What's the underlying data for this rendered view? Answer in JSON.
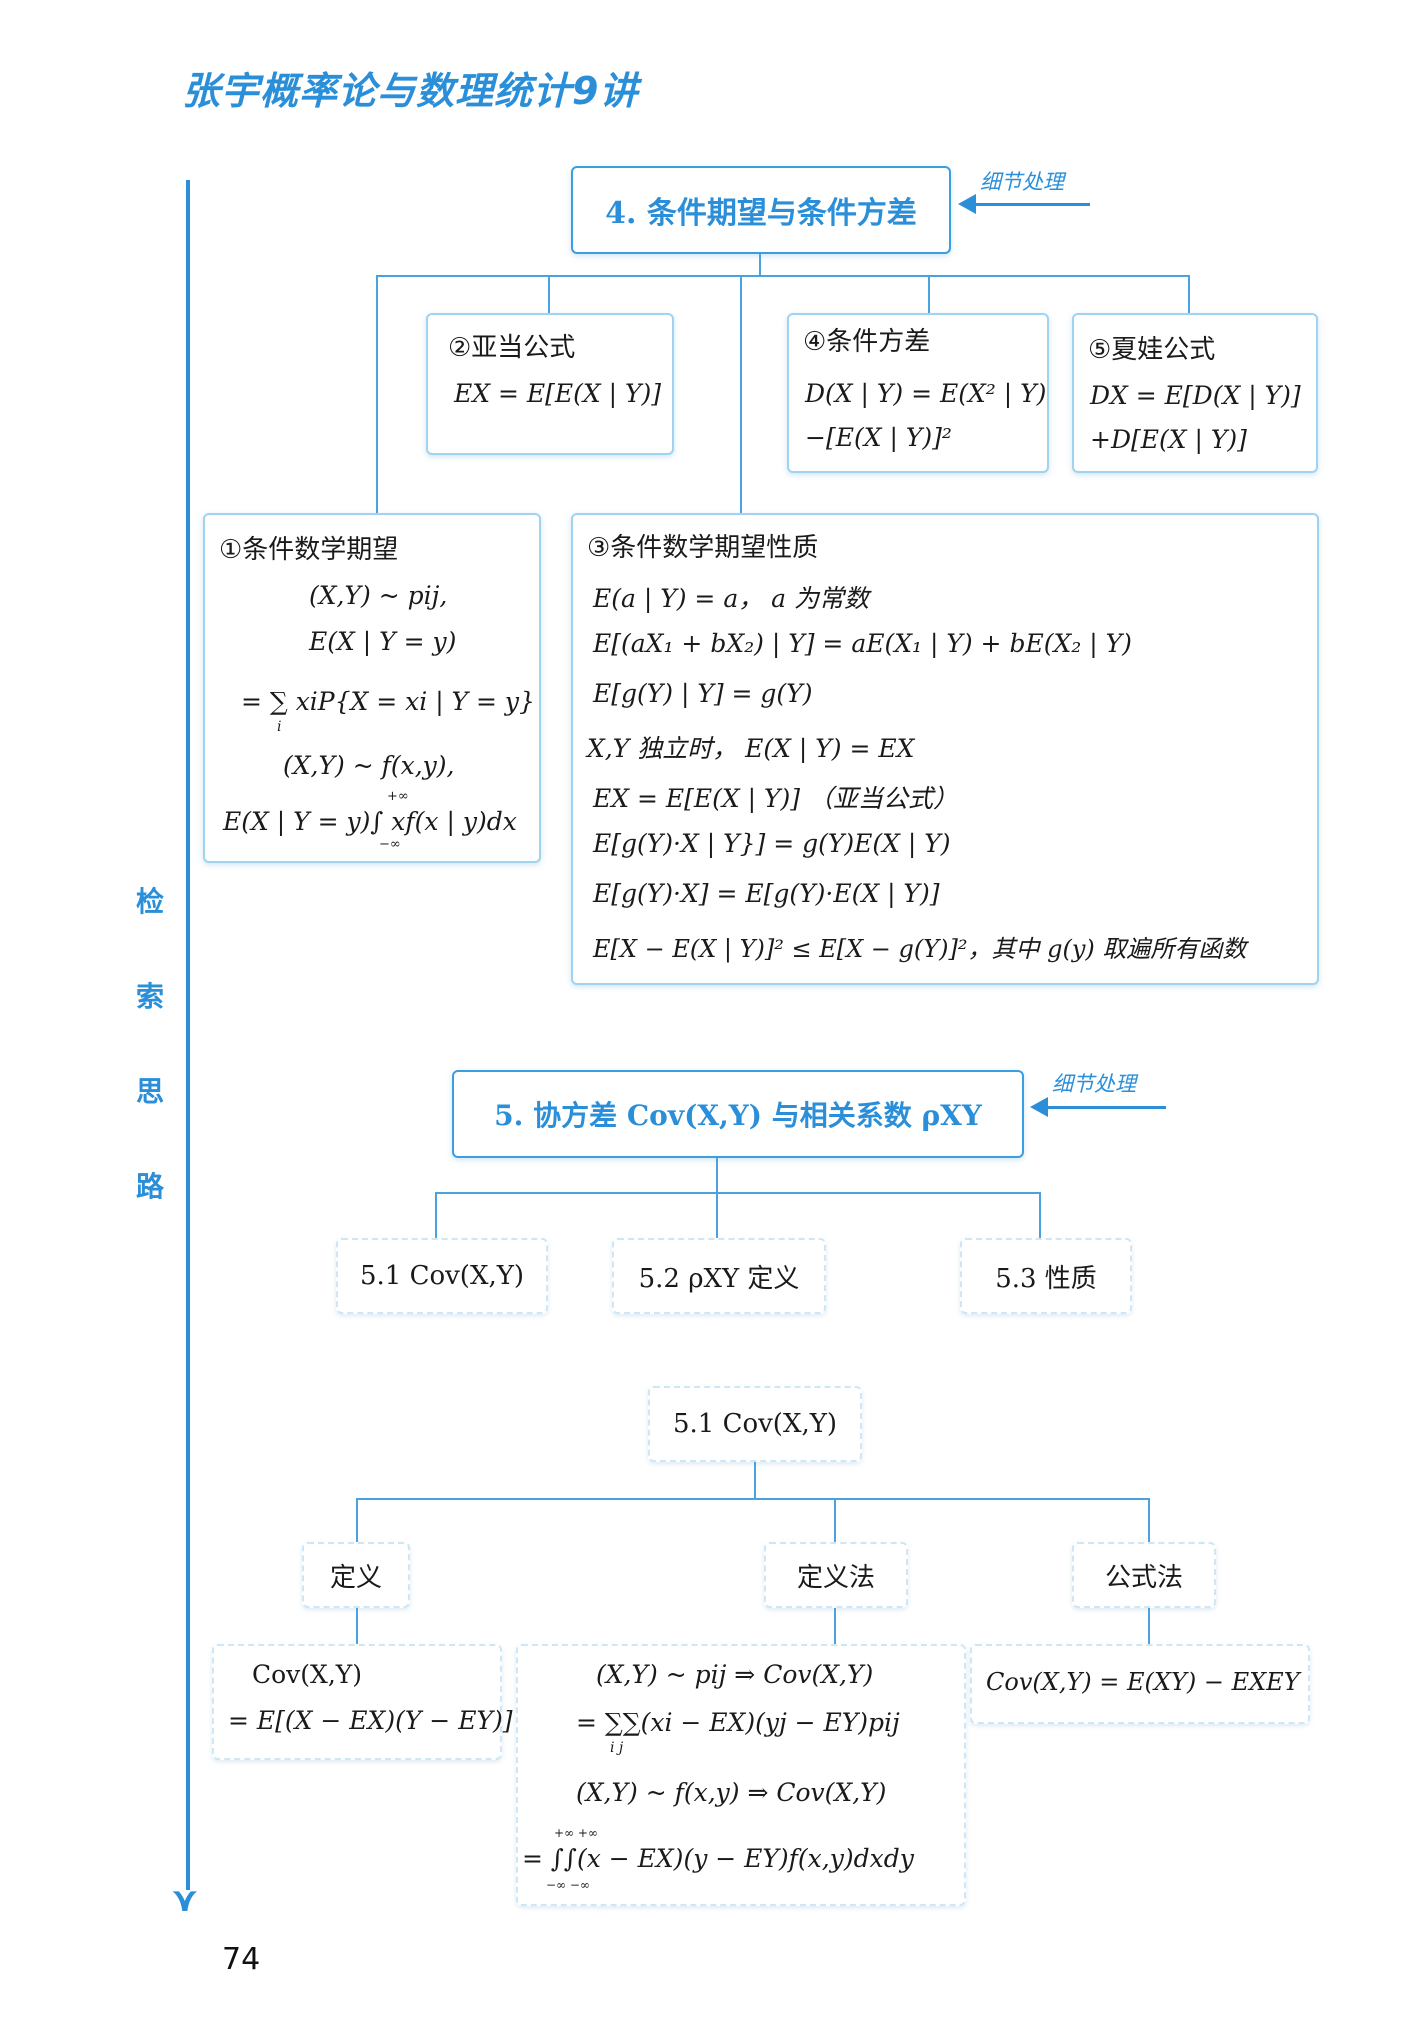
{
  "header": {
    "book_title": "张宇概率论与数理统计9讲"
  },
  "side_labels": [
    "检",
    "索",
    "思",
    "路"
  ],
  "page_number": "74",
  "section4": {
    "title": "4. 条件期望与条件方差",
    "note": "细节处理",
    "box2": {
      "heading": "②亚当公式",
      "lines": [
        "EX = E[E(X | Y)]"
      ]
    },
    "box4": {
      "heading": "④条件方差",
      "lines": [
        "D(X | Y) = E(X² | Y)",
        "−[E(X | Y)]²"
      ]
    },
    "box5": {
      "heading": "⑤夏娃公式",
      "lines": [
        "DX = E[D(X | Y)]",
        "+D[E(X | Y)]"
      ]
    },
    "box1": {
      "heading": "①条件数学期望",
      "lines": [
        "(X,Y) ~ pij,",
        "E(X | Y = y)",
        "= ∑ xiP{X = xi | Y = y}",
        "i",
        "(X,Y) ~ f(x,y),",
        "E(X | Y = y)∫ xf(x | y)dx",
        "+∞",
        "−∞"
      ]
    },
    "box3": {
      "heading": "③条件数学期望性质",
      "lines": [
        "E(a | Y) = a， a 为常数",
        "E[(aX₁ + bX₂) | Y] = aE(X₁ | Y) + bE(X₂ | Y)",
        "E[g(Y) | Y] = g(Y)",
        "X,Y 独立时， E(X | Y) = EX",
        "EX = E[E(X | Y)] （亚当公式）",
        "E[g(Y)·X | Y}] = g(Y)E(X | Y)",
        "E[g(Y)·X] = E[g(Y)·E(X | Y)]",
        "E[X − E(X | Y)]² ≤ E[X − g(Y)]²，其中 g(y) 取遍所有函数"
      ]
    }
  },
  "section5": {
    "title": "5. 协方差 Cov(X,Y) 与相关系数 ρXY",
    "note": "细节处理",
    "children": [
      "5.1  Cov(X,Y)",
      "5.2  ρXY 定义",
      "5.3  性质"
    ]
  },
  "section51": {
    "title": "5.1  Cov(X,Y)",
    "children": [
      "定义",
      "定义法",
      "公式法"
    ],
    "def_lines": [
      "Cov(X,Y)",
      "= E[(X − EX)(Y − EY)]"
    ],
    "method_lines": [
      "(X,Y) ~ pij ⇒ Cov(X,Y)",
      "= ∑∑(xi − EX)(yj − EY)pij",
      "i  j",
      "(X,Y) ~ f(x,y) ⇒ Cov(X,Y)",
      "= ∫∫(x − EX)(y − EY)f(x,y)dxdy",
      "+∞ +∞",
      "−∞ −∞"
    ],
    "formula_line": "Cov(X,Y) = E(XY) − EXEY"
  },
  "colors": {
    "accent": "#2a8fd8",
    "box_border": "#9fd3f0"
  }
}
